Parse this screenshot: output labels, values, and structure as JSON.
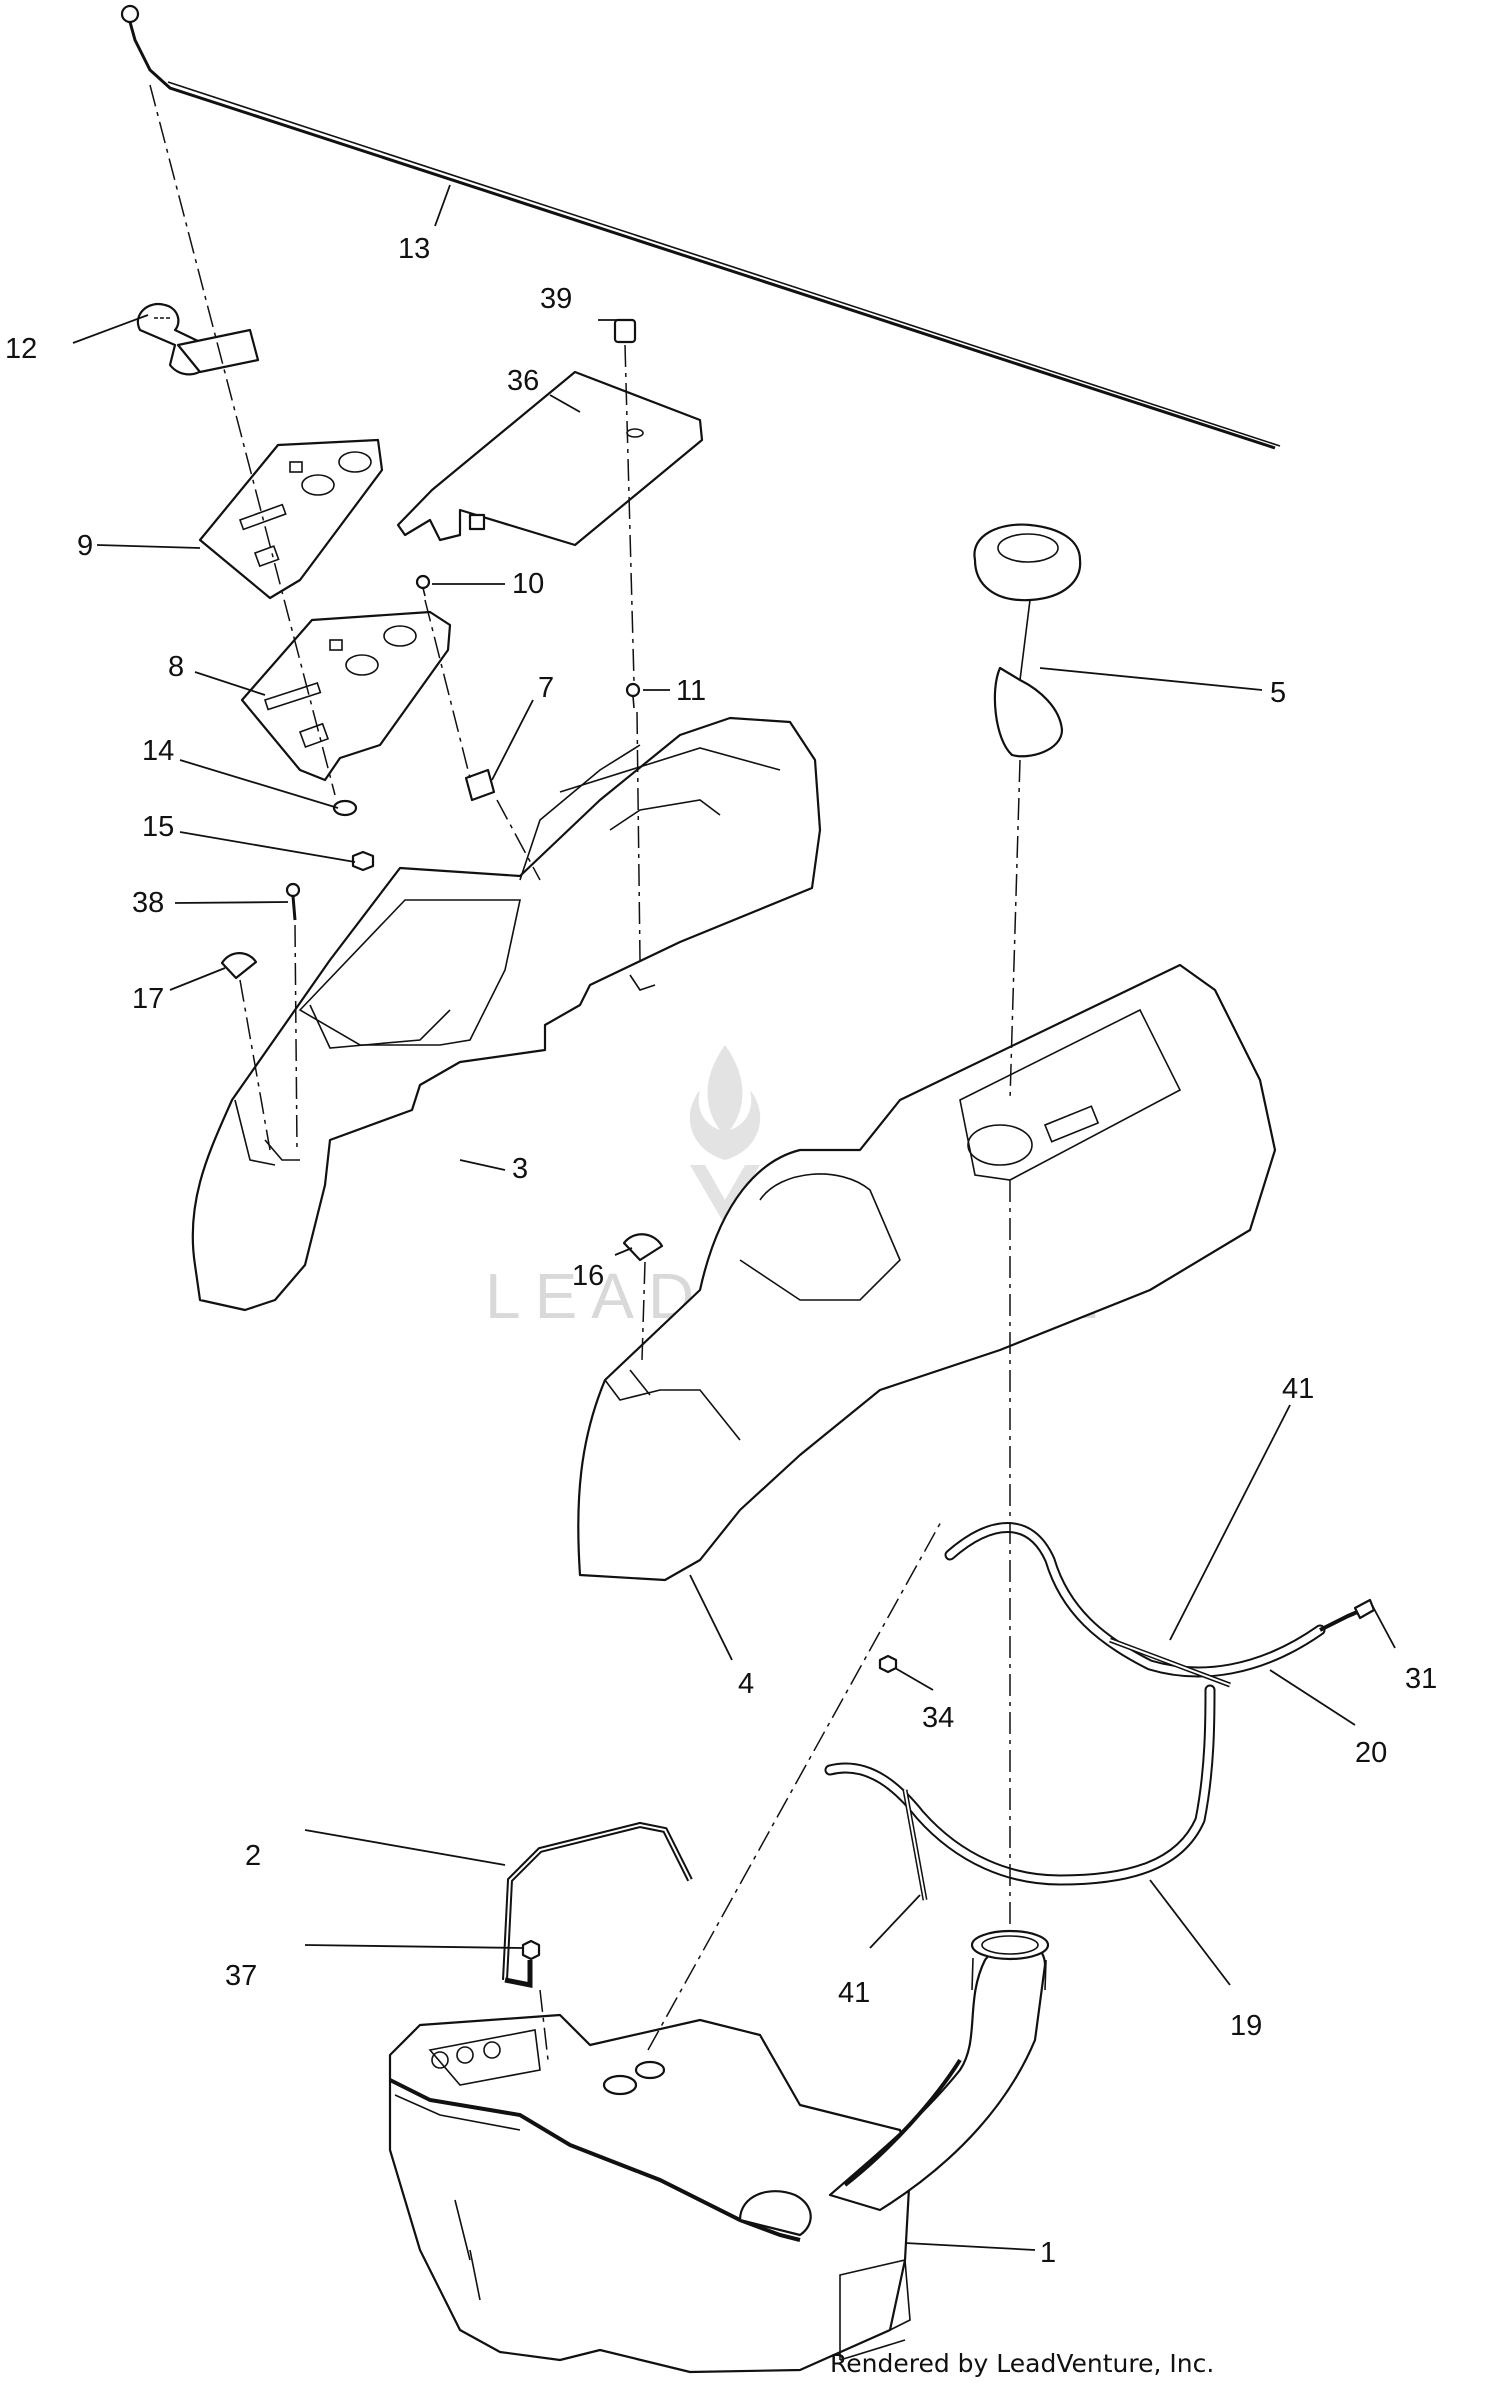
{
  "callouts": [
    {
      "id": "13",
      "text": "13"
    },
    {
      "id": "39",
      "text": "39"
    },
    {
      "id": "12",
      "text": "12"
    },
    {
      "id": "36",
      "text": "36"
    },
    {
      "id": "9",
      "text": "9"
    },
    {
      "id": "10",
      "text": "10"
    },
    {
      "id": "5",
      "text": "5"
    },
    {
      "id": "8",
      "text": "8"
    },
    {
      "id": "7",
      "text": "7"
    },
    {
      "id": "11",
      "text": "11"
    },
    {
      "id": "14",
      "text": "14"
    },
    {
      "id": "15",
      "text": "15"
    },
    {
      "id": "38",
      "text": "38"
    },
    {
      "id": "17",
      "text": "17"
    },
    {
      "id": "3",
      "text": "3"
    },
    {
      "id": "16",
      "text": "16"
    },
    {
      "id": "41a",
      "text": "41"
    },
    {
      "id": "31",
      "text": "31"
    },
    {
      "id": "4",
      "text": "4"
    },
    {
      "id": "34",
      "text": "34"
    },
    {
      "id": "20",
      "text": "20"
    },
    {
      "id": "2",
      "text": "2"
    },
    {
      "id": "37",
      "text": "37"
    },
    {
      "id": "41b",
      "text": "41"
    },
    {
      "id": "19",
      "text": "19"
    },
    {
      "id": "1",
      "text": "1"
    }
  ],
  "footer": {
    "text": "Rendered by LeadVenture, Inc."
  },
  "watermark": {
    "text": "LEADVENTURE"
  },
  "colors": {
    "line": "#111111",
    "watermark": "#d9d9d9",
    "background": "#ffffff"
  }
}
